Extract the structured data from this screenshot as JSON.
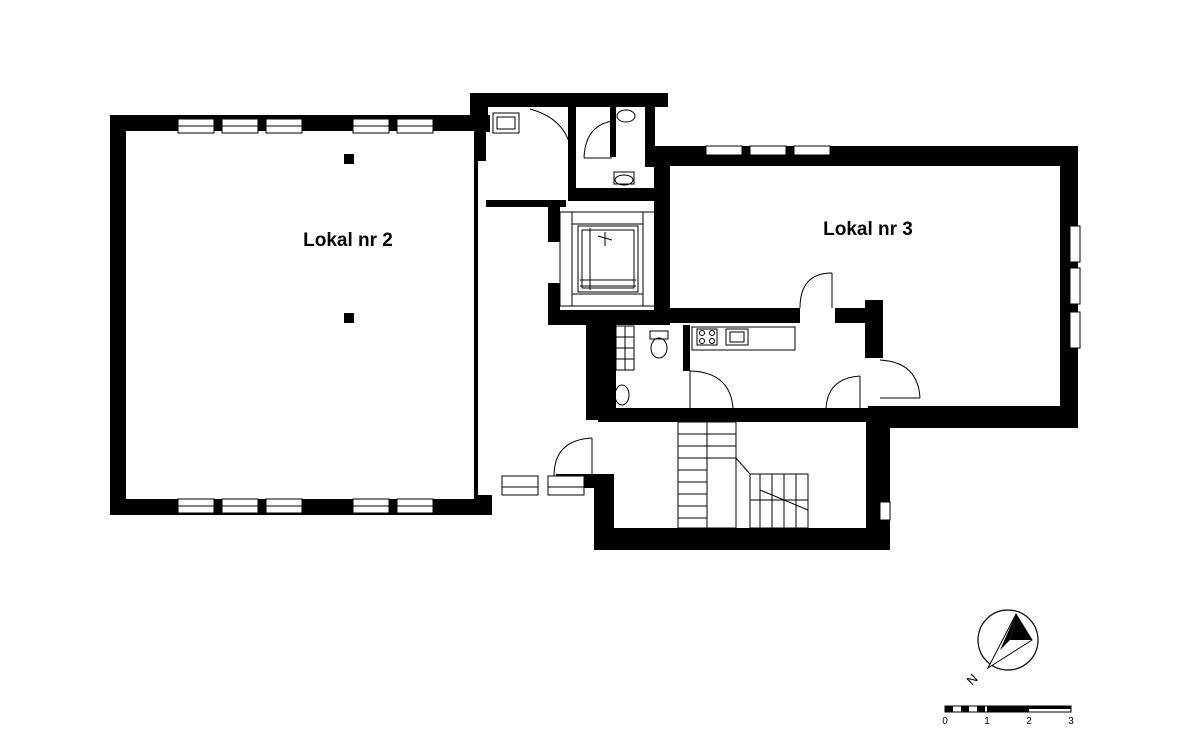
{
  "rooms": {
    "lokal2": "Lokal nr 2",
    "lokal3": "Lokal nr 3"
  },
  "compass": {
    "north_letter": "N"
  },
  "scale_bar": {
    "labels": [
      "0",
      "1",
      "2",
      "3"
    ]
  }
}
